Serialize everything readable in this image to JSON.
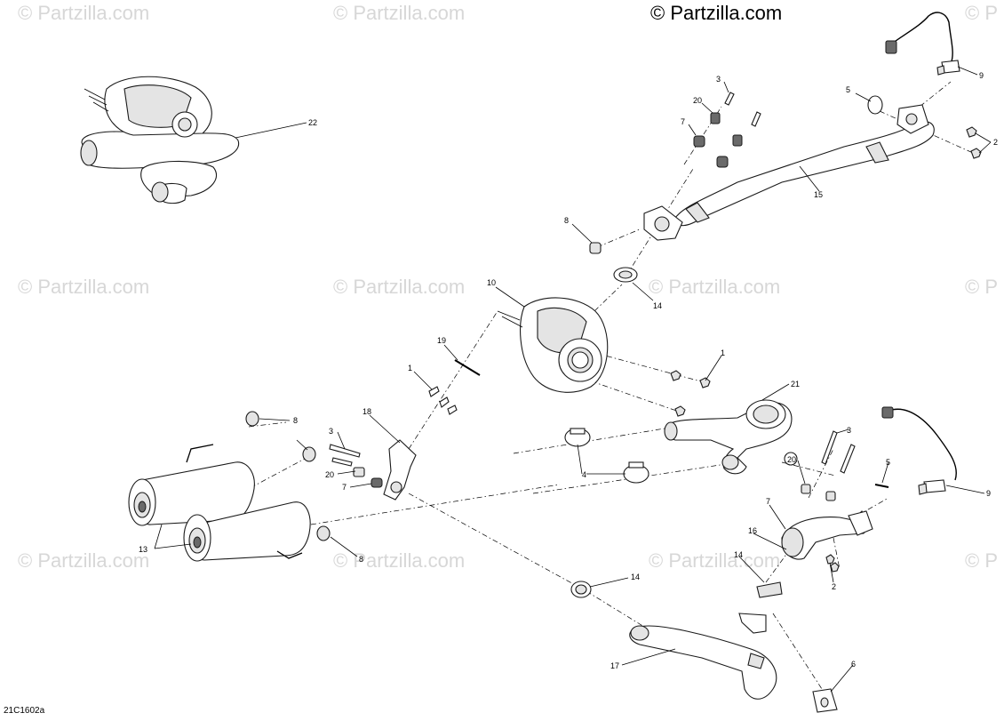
{
  "copyright": "© Partzilla.com",
  "watermark_text": "© Partzilla.com",
  "watermark_edge_text": "© P",
  "figure_id": "21C1602a",
  "callouts": [
    "1",
    "2",
    "3",
    "4",
    "5",
    "6",
    "7",
    "8",
    "9",
    "10",
    "13",
    "14",
    "15",
    "16",
    "17",
    "18",
    "19",
    "20",
    "21",
    "22"
  ]
}
